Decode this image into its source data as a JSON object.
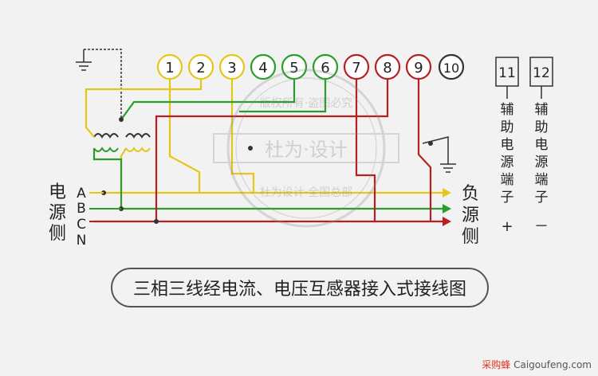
{
  "terminals": [
    {
      "label": "1",
      "color": "#e6c619"
    },
    {
      "label": "2",
      "color": "#e6c619"
    },
    {
      "label": "3",
      "color": "#e6c619"
    },
    {
      "label": "4",
      "color": "#2a9d2a"
    },
    {
      "label": "5",
      "color": "#2a9d2a"
    },
    {
      "label": "6",
      "color": "#2a9d2a"
    },
    {
      "label": "7",
      "color": "#b81f22"
    },
    {
      "label": "8",
      "color": "#b81f22"
    },
    {
      "label": "9",
      "color": "#b81f22"
    },
    {
      "label": "10",
      "color": "#333333"
    }
  ],
  "aux_terminals": [
    {
      "label": "11",
      "text_chars": [
        "辅",
        "助",
        "电",
        "源",
        "端",
        "子"
      ],
      "sign": "+"
    },
    {
      "label": "12",
      "text_chars": [
        "辅",
        "助",
        "电",
        "源",
        "端",
        "子"
      ],
      "sign": "－"
    }
  ],
  "source_label_chars": [
    "电",
    "源",
    "侧"
  ],
  "load_label_chars": [
    "负",
    "源",
    "侧"
  ],
  "phase_labels": [
    "A",
    "B",
    "C",
    "N"
  ],
  "caption": "三相三线经电流、电压互感器接入式接线图",
  "watermark": {
    "center": "杜为·设计",
    "ring_top": "版权所有·盗图必究",
    "ring_bottom": "杜为设计·全国总部"
  },
  "footer": {
    "brand": "采购蜂",
    "site": "Caigoufeng.com"
  },
  "colors": {
    "yellow": "#e6c619",
    "green": "#2a9d2a",
    "red": "#b81f22",
    "dark": "#333333"
  }
}
